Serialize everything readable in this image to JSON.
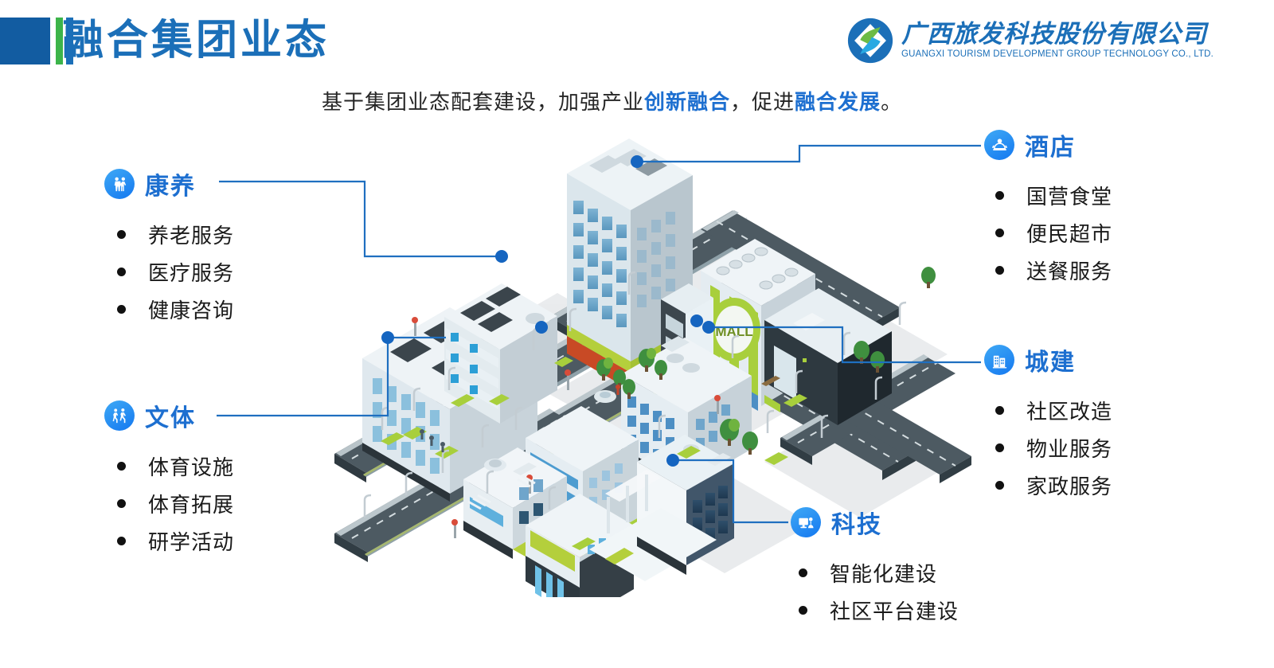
{
  "header": {
    "title": "融合集团业态",
    "accent_blue": "#125ca1",
    "accent_green": "#3cb44a",
    "title_color": "#1b6fb8"
  },
  "logo": {
    "name_cn": "广西旅发科技股份有限公司",
    "name_en": "GUANGXI TOURISM DEVELOPMENT GROUP TECHNOLOGY CO., LTD.",
    "icon": "circular-swoosh-logo",
    "color": "#1b6fb8"
  },
  "subtitle": {
    "part1": "基于集团业态配套建设，加强产业",
    "highlight1": "创新融合",
    "part2": "，促进",
    "highlight2": "融合发展",
    "part3": "。",
    "highlight_color": "#1d6fd0"
  },
  "categories": [
    {
      "id": "kangyang",
      "title": "康养",
      "icon": "elderly-care-icon",
      "items": [
        "养老服务",
        "医疗服务",
        "健康咨询"
      ]
    },
    {
      "id": "wenti",
      "title": "文体",
      "icon": "sports-running-icon",
      "items": [
        "体育设施",
        "体育拓展",
        "研学活动"
      ]
    },
    {
      "id": "jiudian",
      "title": "酒店",
      "icon": "service-bell-icon",
      "items": [
        "国营食堂",
        "便民超市",
        "送餐服务"
      ]
    },
    {
      "id": "chengjian",
      "title": "城建",
      "icon": "building-icon",
      "items": [
        "社区改造",
        "物业服务",
        "家政服务"
      ]
    },
    {
      "id": "keji",
      "title": "科技",
      "icon": "computer-monitor-icon",
      "items": [
        "智能化建设",
        "社区平台建设"
      ]
    }
  ],
  "illustration": {
    "name": "isometric-smart-city",
    "signage": [
      "MALL"
    ],
    "connector_color": "#1f6fc0",
    "connector_dot_color": "#1565c0"
  }
}
